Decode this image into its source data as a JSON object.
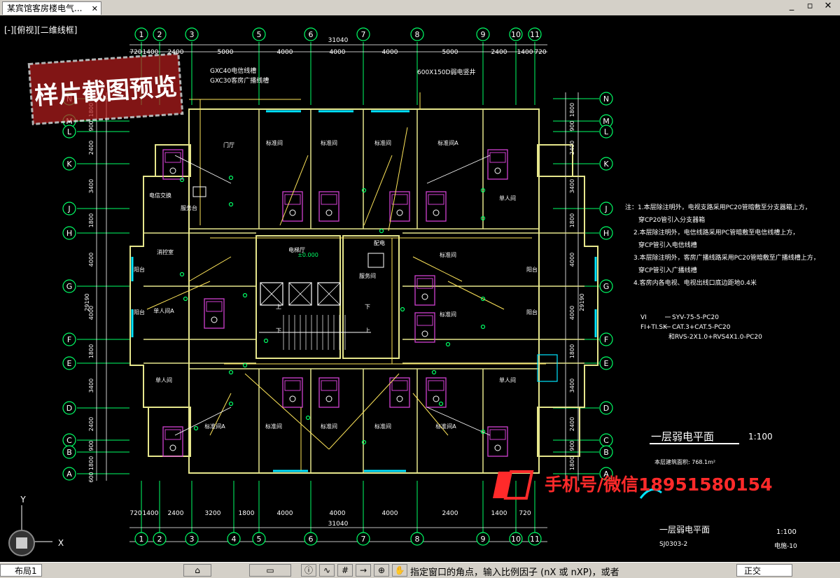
{
  "tab": {
    "title": "某宾馆客房楼电气..."
  },
  "viewport": {
    "label": "[-][俯视][二维线框]"
  },
  "watermark": {
    "text": "样片截图预览"
  },
  "axes_top": [
    "1",
    "2",
    "3",
    "5",
    "6",
    "7",
    "8",
    "9",
    "10",
    "11"
  ],
  "axes_bottom": [
    "1",
    "2",
    "3",
    "4",
    "5",
    "6",
    "7",
    "8",
    "9",
    "10",
    "11"
  ],
  "axes_left": [
    "N",
    "M",
    "L",
    "K",
    "J",
    "H",
    "G",
    "F",
    "E",
    "D",
    "C",
    "B",
    "A"
  ],
  "dims": {
    "top_total": "31040",
    "top_parts": [
      "720",
      "1400",
      "2400",
      "5000",
      "4000",
      "4000",
      "4000",
      "5000",
      "2400",
      "1400",
      "720"
    ],
    "bottom_total": "31040",
    "bottom_parts": [
      "720",
      "1400",
      "2400",
      "3200",
      "1800",
      "4000",
      "4000",
      "4000",
      "2400",
      "1400",
      "720"
    ],
    "left_parts": [
      "1800",
      "900",
      "2400",
      "3400",
      "1800",
      "4000",
      "4000",
      "1800",
      "3400",
      "2400",
      "900",
      "1800",
      "600"
    ],
    "left_total": "29190",
    "right_parts": [
      "1800",
      "900",
      "2400",
      "3400",
      "1800",
      "4000",
      "4000",
      "1800",
      "3400",
      "2400",
      "900",
      "1800"
    ],
    "right_total": "29190"
  },
  "rooms": {
    "lobby": "门厅",
    "phone": "电信交换",
    "service_desk": "服务台",
    "elevator_hall": "电梯厅",
    "control": "消控室",
    "service_room": "服务间",
    "power": "配电",
    "balcony": "阳台",
    "std": "标准间",
    "std_a": "标准间A",
    "single": "单人间",
    "single_a": "单人间A",
    "up": "上",
    "down": "下"
  },
  "annotations": {
    "trunk1": "GXC40电信线槽",
    "trunk2": "GXC30客房广播线槽",
    "riser": "600X150D弱电竖井",
    "level": "±0.000"
  },
  "notes": [
    "注：1.本层除注明外，电视支路采用PC20管暗敷至分支器箱上方，",
    "穿CP20管引入分支器箱",
    "2.本层除注明外，电信线路采用PC管暗敷至电信线槽上方，",
    "穿CP管引入电信线槽",
    "3.本层除注明外，客房广播线路采用PC20管暗敷至广播线槽上方，",
    "穿CP管引入广播线槽",
    "4.客房内各电视、电视出线口底边距地0.4米"
  ],
  "legend": [
    {
      "code": "VI",
      "text": "SYV-75-5-PC20"
    },
    {
      "code": "FI+TI.SK",
      "text": "CAT.3+CAT.5-PC20"
    },
    {
      "code": "",
      "text": "和RVS-2X1.0+RVS4X1.0-PC20"
    }
  ],
  "title_block": {
    "title": "一层弱电平面",
    "scale": "1:100",
    "area": "本层建筑面积:  768.1m²",
    "title2": "一层弱电平面",
    "scale2": "1:100",
    "code": "SJ0303-2",
    "sheet": "电施-10"
  },
  "contact": {
    "text": "手机号/微信18951580154"
  },
  "ucs": {
    "y": "Y",
    "x": "X"
  },
  "bottom": {
    "layout_tab": "布局1",
    "command": "指定窗口的角点，输入比例因子 (nX 或 nXP)，或者",
    "mode": "正交"
  },
  "colors": {
    "wall": "#e6e68c",
    "axis": "#00ff66",
    "wire": "#ffe65a",
    "dim": "#ffffff",
    "fixture": "#d040d0",
    "contact": "#ff2a2a",
    "watermark": "#b81e1e"
  }
}
